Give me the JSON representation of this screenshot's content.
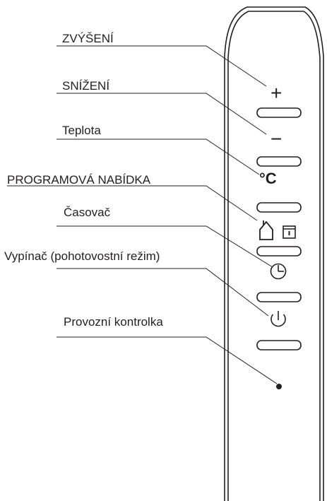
{
  "labels": {
    "increase": "ZVÝŠENÍ",
    "decrease": "SNÍŽENÍ",
    "temperature": "Teplota",
    "program_menu": "PROGRAMOVÁ NABÍDKA",
    "timer": "Časovač",
    "power_switch": "Vypínač (pohotovostní režim)",
    "operation_light": "Provozní kontrolka"
  },
  "symbols": {
    "plus": "+",
    "minus": "−",
    "celsius": "°C"
  },
  "colors": {
    "line": "#231f20",
    "background": "#ffffff"
  }
}
